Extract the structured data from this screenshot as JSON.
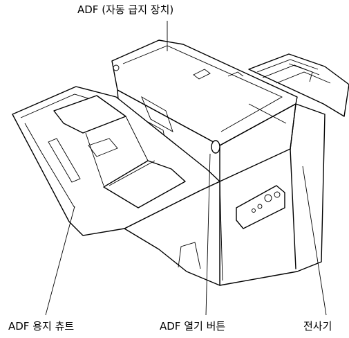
{
  "labels": {
    "adf_top": "ADF (자동 급지 장치)",
    "adf_chute": "ADF 용지 츄트",
    "adf_open_button": "ADF 열기 버튼",
    "scanner": "전사기"
  }
}
